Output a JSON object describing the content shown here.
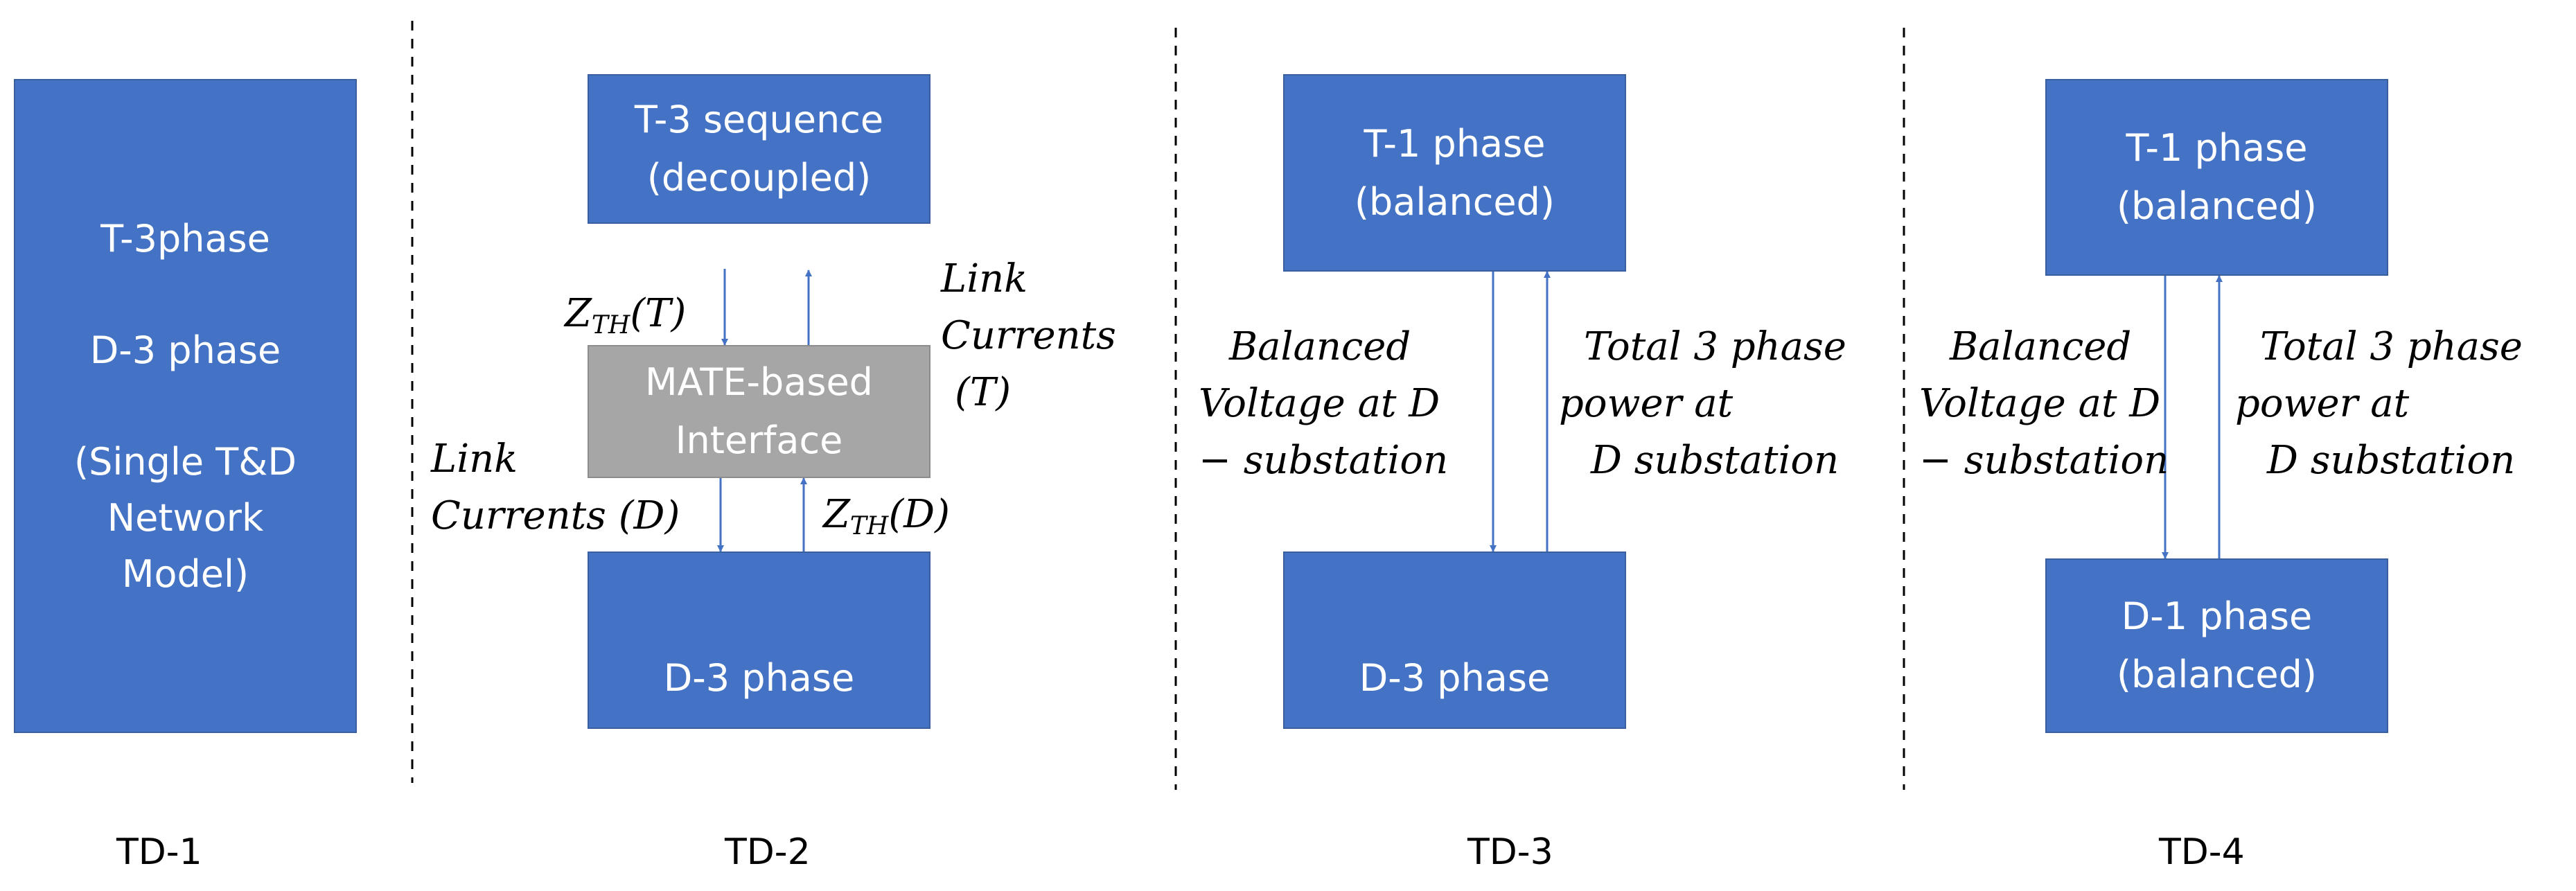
{
  "colors": {
    "box_fill": "#4472c4",
    "interface_fill": "#a6a6a6",
    "arrow": "#4472c4",
    "divider": "#000000"
  },
  "td1": {
    "box_line1": "T-3phase",
    "box_line2": "D-3 phase",
    "box_line3": "(Single T&D",
    "box_line4": "Network",
    "box_line5": "Model)",
    "caption": "TD-1"
  },
  "td2": {
    "top_box_line1": "T-3 sequence",
    "top_box_line2": "(decoupled)",
    "interface_line1": "MATE-based",
    "interface_line2": "Interface",
    "bottom_box": "D-3 phase",
    "z_th_t_base": "Z",
    "z_th_t_sub": "TH",
    "z_th_t_arg": "(T)",
    "z_th_d_base": "Z",
    "z_th_d_sub": "TH",
    "z_th_d_arg": "(D)",
    "link_t_line1": "Link",
    "link_t_line2": "Currents",
    "link_t_line3": "(T)",
    "link_d_line1": "Link",
    "link_d_line2": "Currents (D)",
    "caption": "TD-2"
  },
  "td3": {
    "top_box_line1": "T-1 phase",
    "top_box_line2": "(balanced)",
    "bottom_box": "D-3 phase",
    "left_line1": "Balanced",
    "left_line2": "Voltage at D",
    "left_line3": "− substation",
    "right_line1": "Total 3 phase",
    "right_line2": "power  at",
    "right_line3": "D substation",
    "caption": "TD-3"
  },
  "td4": {
    "top_box_line1": "T-1 phase",
    "top_box_line2": "(balanced)",
    "bottom_box_line1": "D-1 phase",
    "bottom_box_line2": "(balanced)",
    "left_line1": "Balanced",
    "left_line2": "Voltage at D",
    "left_line3": "− substation",
    "right_line1": "Total 3 phase",
    "right_line2": "power  at",
    "right_line3": "D substation",
    "caption": "TD-4"
  }
}
